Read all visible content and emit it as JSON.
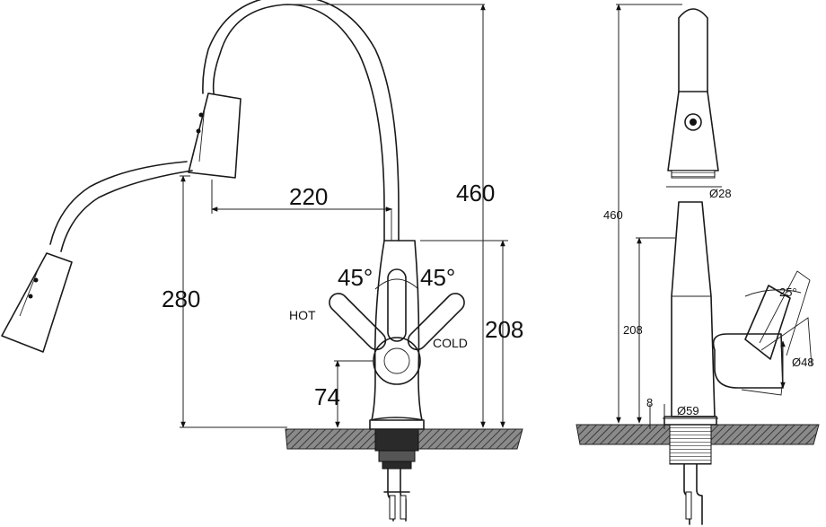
{
  "front_view": {
    "height_total": "460",
    "spout_reach": "220",
    "spray_height": "280",
    "body_height": "208",
    "handle_base_height": "74",
    "angle_hot": "45°",
    "angle_cold": "45°",
    "label_hot": "HOT",
    "label_cold": "COLD"
  },
  "side_view": {
    "height_total": "460",
    "body_height": "208",
    "spray_diameter": "Ø28",
    "base_diameter": "Ø59",
    "handle_diameter": "Ø48",
    "handle_angle": "25°",
    "offset": "8"
  }
}
